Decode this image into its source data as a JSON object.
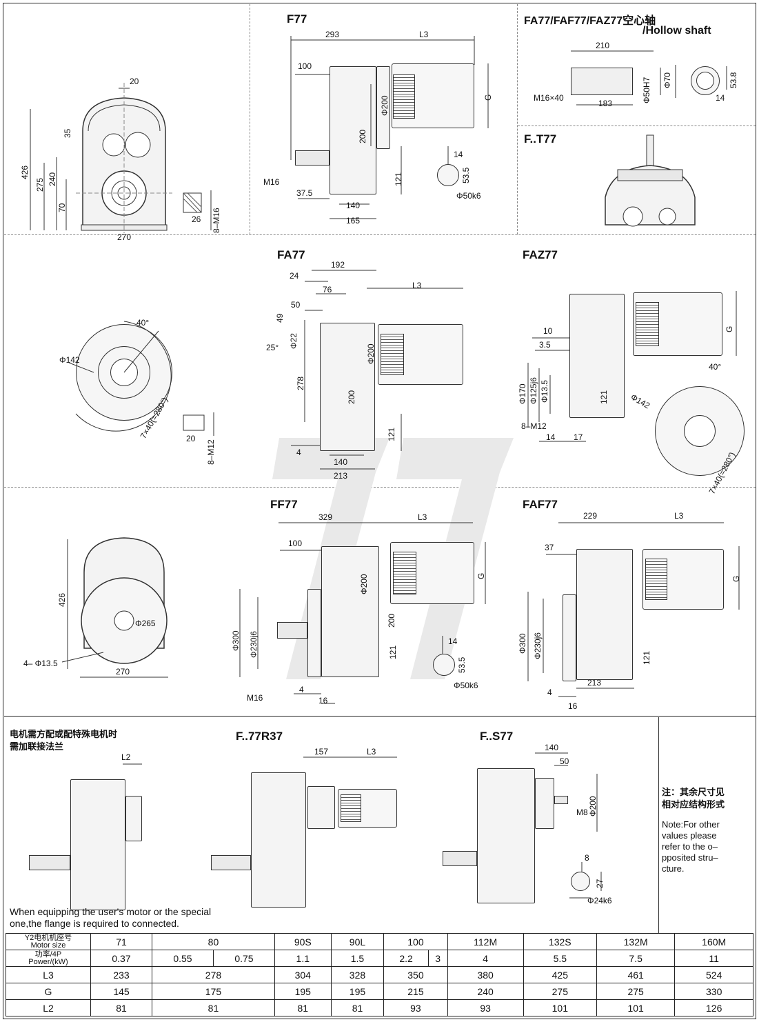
{
  "views": {
    "f77": {
      "title": "F77",
      "dims": {
        "w293": "293",
        "l3": "L3",
        "d100": "100",
        "phi200": "Φ200",
        "g": "G",
        "d200": "200",
        "d121": "121",
        "m16": "M16",
        "d37_5": "37.5",
        "d140": "140",
        "d165": "165",
        "d14": "14",
        "d53_5": "53.5",
        "phi50k6": "Φ50k6"
      }
    },
    "front_f77": {
      "dims": {
        "d20": "20",
        "d35": "35",
        "d426": "426",
        "d275": "275",
        "d240": "240",
        "d70": "70",
        "d270": "270",
        "d26": "26",
        "m16": "8–M16"
      }
    },
    "hollow": {
      "title": "FA77/FAF77/FAZ77空心轴",
      "subtitle": "/Hollow shaft",
      "dims": {
        "d210": "210",
        "m16x40": "M16×40",
        "d183": "183",
        "phi50h7": "Φ50H7",
        "phi70": "Φ70",
        "d53_8": "53.8",
        "d14": "14"
      }
    },
    "ft77": {
      "title": "F..T77"
    },
    "fa77": {
      "title": "FA77",
      "dims": {
        "d192": "192",
        "d24": "24",
        "d76": "76",
        "l3": "L3",
        "d50": "50",
        "d49": "49",
        "d25deg": "25°",
        "phi22": "Φ22",
        "phi200": "Φ200",
        "d278": "278",
        "d200": "200",
        "d121": "121",
        "d4": "4",
        "d140": "140",
        "d213": "213"
      }
    },
    "flange_fa77": {
      "dims": {
        "d40deg": "40°",
        "phi142": "Φ142",
        "pattern": "7×40(=280°)",
        "d20": "20",
        "m12": "8–M12"
      }
    },
    "faz77": {
      "title": "FAZ77",
      "dims": {
        "g": "G",
        "d10": "10",
        "d3_5": "3.5",
        "phi170": "Φ170",
        "phi125j6": "Φ125j6",
        "phi13_5": "Φ13.5",
        "m12": "8–M12",
        "d14": "14",
        "d17": "17",
        "d121": "121",
        "phi142": "Φ142",
        "d40deg": "40°",
        "pattern": "7×40(=280°)"
      }
    },
    "front_ff77": {
      "dims": {
        "d426": "426",
        "phi265": "Φ265",
        "holes": "4– Φ13.5",
        "d270": "270"
      }
    },
    "ff77": {
      "title": "FF77",
      "dims": {
        "d329": "329",
        "l3": "L3",
        "d100": "100",
        "phi200": "Φ200",
        "g": "G",
        "phi300": "Φ300",
        "phi230j6": "Φ230j6",
        "d200": "200",
        "d121": "121",
        "m16": "M16",
        "d4": "4",
        "d16": "16",
        "d14": "14",
        "d53_5": "53.5",
        "phi50k6": "Φ50k6"
      }
    },
    "faf77": {
      "title": "FAF77",
      "dims": {
        "d229": "229",
        "l3": "L3",
        "d37": "37",
        "g": "G",
        "phi300": "Φ300",
        "phi230j6": "Φ230j6",
        "d121": "121",
        "d213": "213",
        "d4": "4",
        "d16": "16"
      }
    },
    "adapter": {
      "note_cn_1": "电机需方配或配特殊电机时",
      "note_cn_2": "需加联接法兰",
      "dims": {
        "l2": "L2"
      },
      "caption_1": "When equipping the user's motor or the special",
      "caption_2": "one,the flange is required to connected."
    },
    "f77r37": {
      "title": "F..77R37",
      "dims": {
        "d157": "157",
        "l3": "L3"
      }
    },
    "fs77": {
      "title": "F..S77",
      "dims": {
        "d140": "140",
        "d50": "50",
        "phi200": "Φ200",
        "m8": "M8",
        "d8": "8",
        "d27": "27",
        "phi24k6": "Φ24k6"
      }
    },
    "note": {
      "cn_1": "注：其余尺寸见",
      "cn_2": "相对应结构形式",
      "en_1": "Note:For other",
      "en_2": "values please",
      "en_3": "refer to the o–",
      "en_4": "pposited stru–",
      "en_5": "cture."
    }
  },
  "table": {
    "row_labels": {
      "motor_cn": "Y2电机机座号",
      "motor_en": "Motor size",
      "power_cn": "功率/4P",
      "power_en": "Power/(kW)",
      "l3": "L3",
      "g": "G",
      "l2": "L2"
    },
    "motor_sizes": [
      "71",
      "80",
      "90S",
      "90L",
      "100",
      "112M",
      "132S",
      "132M",
      "160M"
    ],
    "powers": [
      "0.37",
      "0.55",
      "0.75",
      "1.1",
      "1.5",
      "2.2",
      "3",
      "4",
      "5.5",
      "7.5",
      "11"
    ],
    "l3": [
      "233",
      "278",
      "304",
      "328",
      "350",
      "380",
      "425",
      "461",
      "524"
    ],
    "g": [
      "145",
      "175",
      "195",
      "195",
      "215",
      "240",
      "275",
      "275",
      "330"
    ],
    "l2": [
      "81",
      "81",
      "81",
      "81",
      "93",
      "93",
      "101",
      "101",
      "126"
    ]
  }
}
